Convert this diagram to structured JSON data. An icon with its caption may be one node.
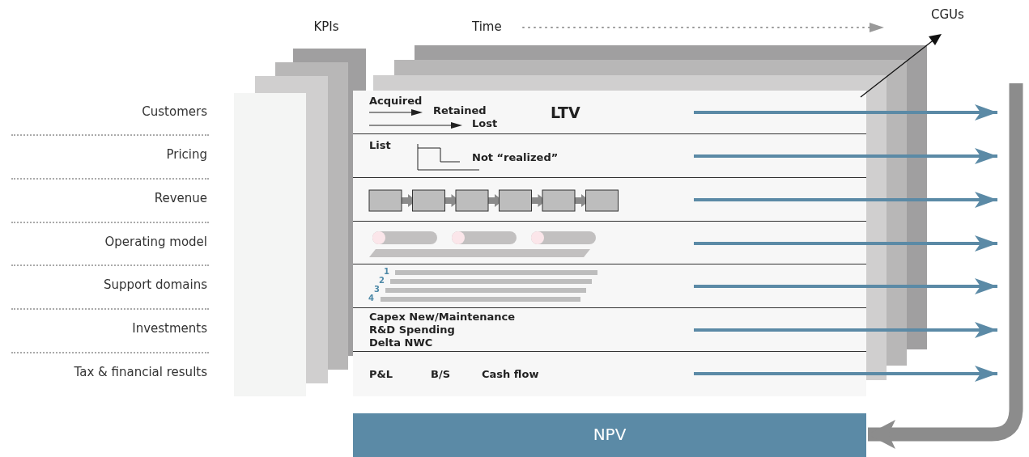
{
  "diagram": {
    "nodes": [
      {
        "text": [
          "Acquired",
          "Retained",
          "Lost",
          "LTV"
        ]
      },
      {
        "text": [
          "List",
          "Not “realized”"
        ]
      },
      {
        "text": [],
        "shape": "box"
      },
      {
        "text": [],
        "shape": "box"
      },
      {
        "text": [
          "1",
          "2",
          "3",
          "4"
        ]
      },
      {
        "text": [
          "Capex New/Maintenance",
          "R&D Spending",
          "Delta NWC"
        ]
      },
      {
        "text": [
          "P&L",
          "B/S",
          "Cash flow"
        ]
      },
      {
        "text": [
          "NPV"
        ]
      }
    ],
    "edges": [
      {
        "from": 0,
        "to": null,
        "arrow": "to"
      },
      {
        "from": 1,
        "to": null,
        "arrow": "to"
      },
      {
        "from": 2,
        "to": null,
        "arrow": "to"
      },
      {
        "from": 3,
        "to": null,
        "arrow": "to"
      },
      {
        "from": 4,
        "to": null,
        "arrow": "to"
      },
      {
        "from": 5,
        "to": null,
        "arrow": "to"
      },
      {
        "from": 6,
        "to": null,
        "arrow": "to"
      },
      {
        "from": null,
        "to": 7,
        "arrow": "to",
        "style": "thick",
        "color": "#8c8c8c"
      }
    ],
    "labels": [
      "KPIs",
      "Time",
      "CGUs",
      "Customers",
      "Pricing",
      "Revenue",
      "Operating model",
      "Support domains",
      "Investments",
      "Tax & financial results"
    ]
  }
}
